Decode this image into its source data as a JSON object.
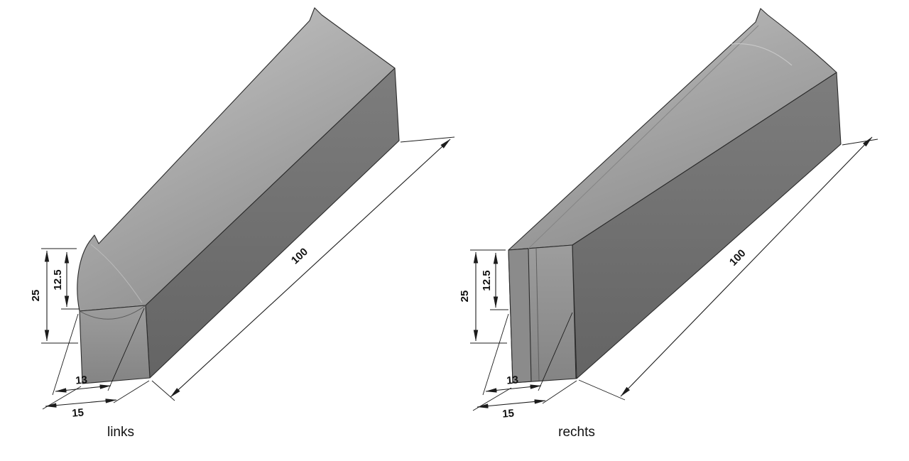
{
  "figures": [
    {
      "label": "links",
      "dims": {
        "height": "25",
        "upper_height": "12.5",
        "top_width": "13",
        "base_width": "15",
        "length": "100"
      }
    },
    {
      "label": "rechts",
      "dims": {
        "height": "25",
        "upper_height": "12.5",
        "top_width": "13",
        "base_width": "15",
        "length": "100"
      }
    }
  ],
  "colors": {
    "background": "#ffffff",
    "line": "#1c1c1c",
    "stone_light": "#c8c8c8",
    "stone_mid": "#979797",
    "stone_dark": "#6a6a6a"
  }
}
